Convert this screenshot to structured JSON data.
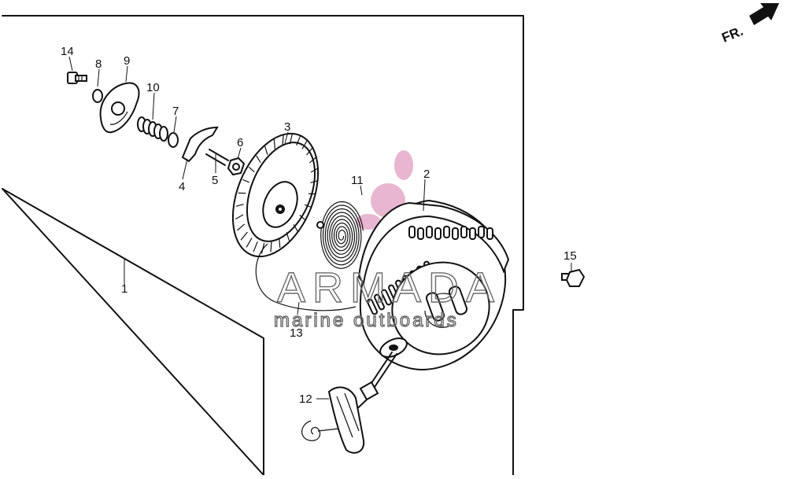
{
  "direction_label": "FR.",
  "part_numbers": {
    "p1": "1",
    "p2": "2",
    "p3": "3",
    "p4": "4",
    "p5": "5",
    "p6": "6",
    "p7": "7",
    "p8": "8",
    "p9": "9",
    "p10": "10",
    "p11": "11",
    "p12": "12",
    "p13": "13",
    "p14": "14",
    "p15": "15"
  },
  "watermark": {
    "brand": "ARMADA",
    "tagline": "marine outboards",
    "logo_color": "#e4a9c8"
  }
}
